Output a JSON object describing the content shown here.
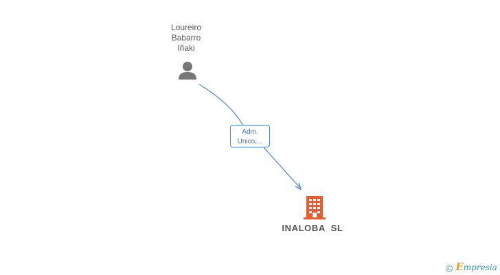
{
  "person": {
    "name_lines": [
      "Loureiro",
      "Babarro",
      "Iñaki"
    ],
    "icon": "person-icon",
    "icon_color": "#777777"
  },
  "relationship": {
    "role_lines": [
      "Adm.",
      "Unico,..."
    ],
    "edge_color": "#4a86d8"
  },
  "company": {
    "name": "INALOBA  SL",
    "icon": "building-icon",
    "icon_color": "#f05a28"
  },
  "watermark": {
    "copyright_symbol": "©",
    "brand_first_letter": "E",
    "brand_rest": "mpresia",
    "brand_color": "#2d9aa8",
    "brand_accent": "#e8a30c"
  }
}
